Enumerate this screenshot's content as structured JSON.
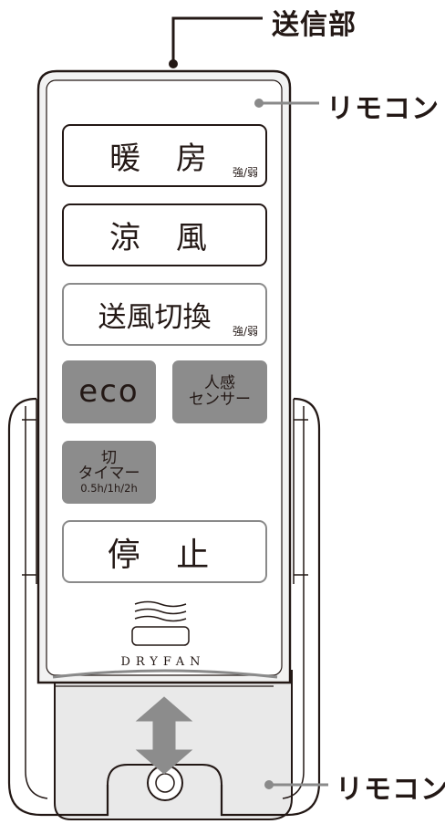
{
  "callouts": {
    "transmitter": "送信部",
    "remote_top": "リモコン",
    "remote_bottom": "リモコン"
  },
  "buttons": {
    "heat": {
      "label": "暖 房",
      "sub": "強/弱"
    },
    "cool": {
      "label": "涼 風"
    },
    "fan_switch": {
      "label": "送風切換",
      "sub": "強/弱"
    },
    "eco": {
      "label": "eco"
    },
    "sensor": {
      "line1": "人感",
      "line2": "センサー"
    },
    "timer": {
      "line1": "切",
      "line2": "タイマー",
      "line3": "0.5h/1h/2h"
    },
    "stop": {
      "label": "停 止"
    }
  },
  "brand": {
    "name": "DRYFAN"
  },
  "colors": {
    "outline": "#231815",
    "button_gray": "#8c8c8c",
    "body_gray": "#e6e6e6"
  }
}
